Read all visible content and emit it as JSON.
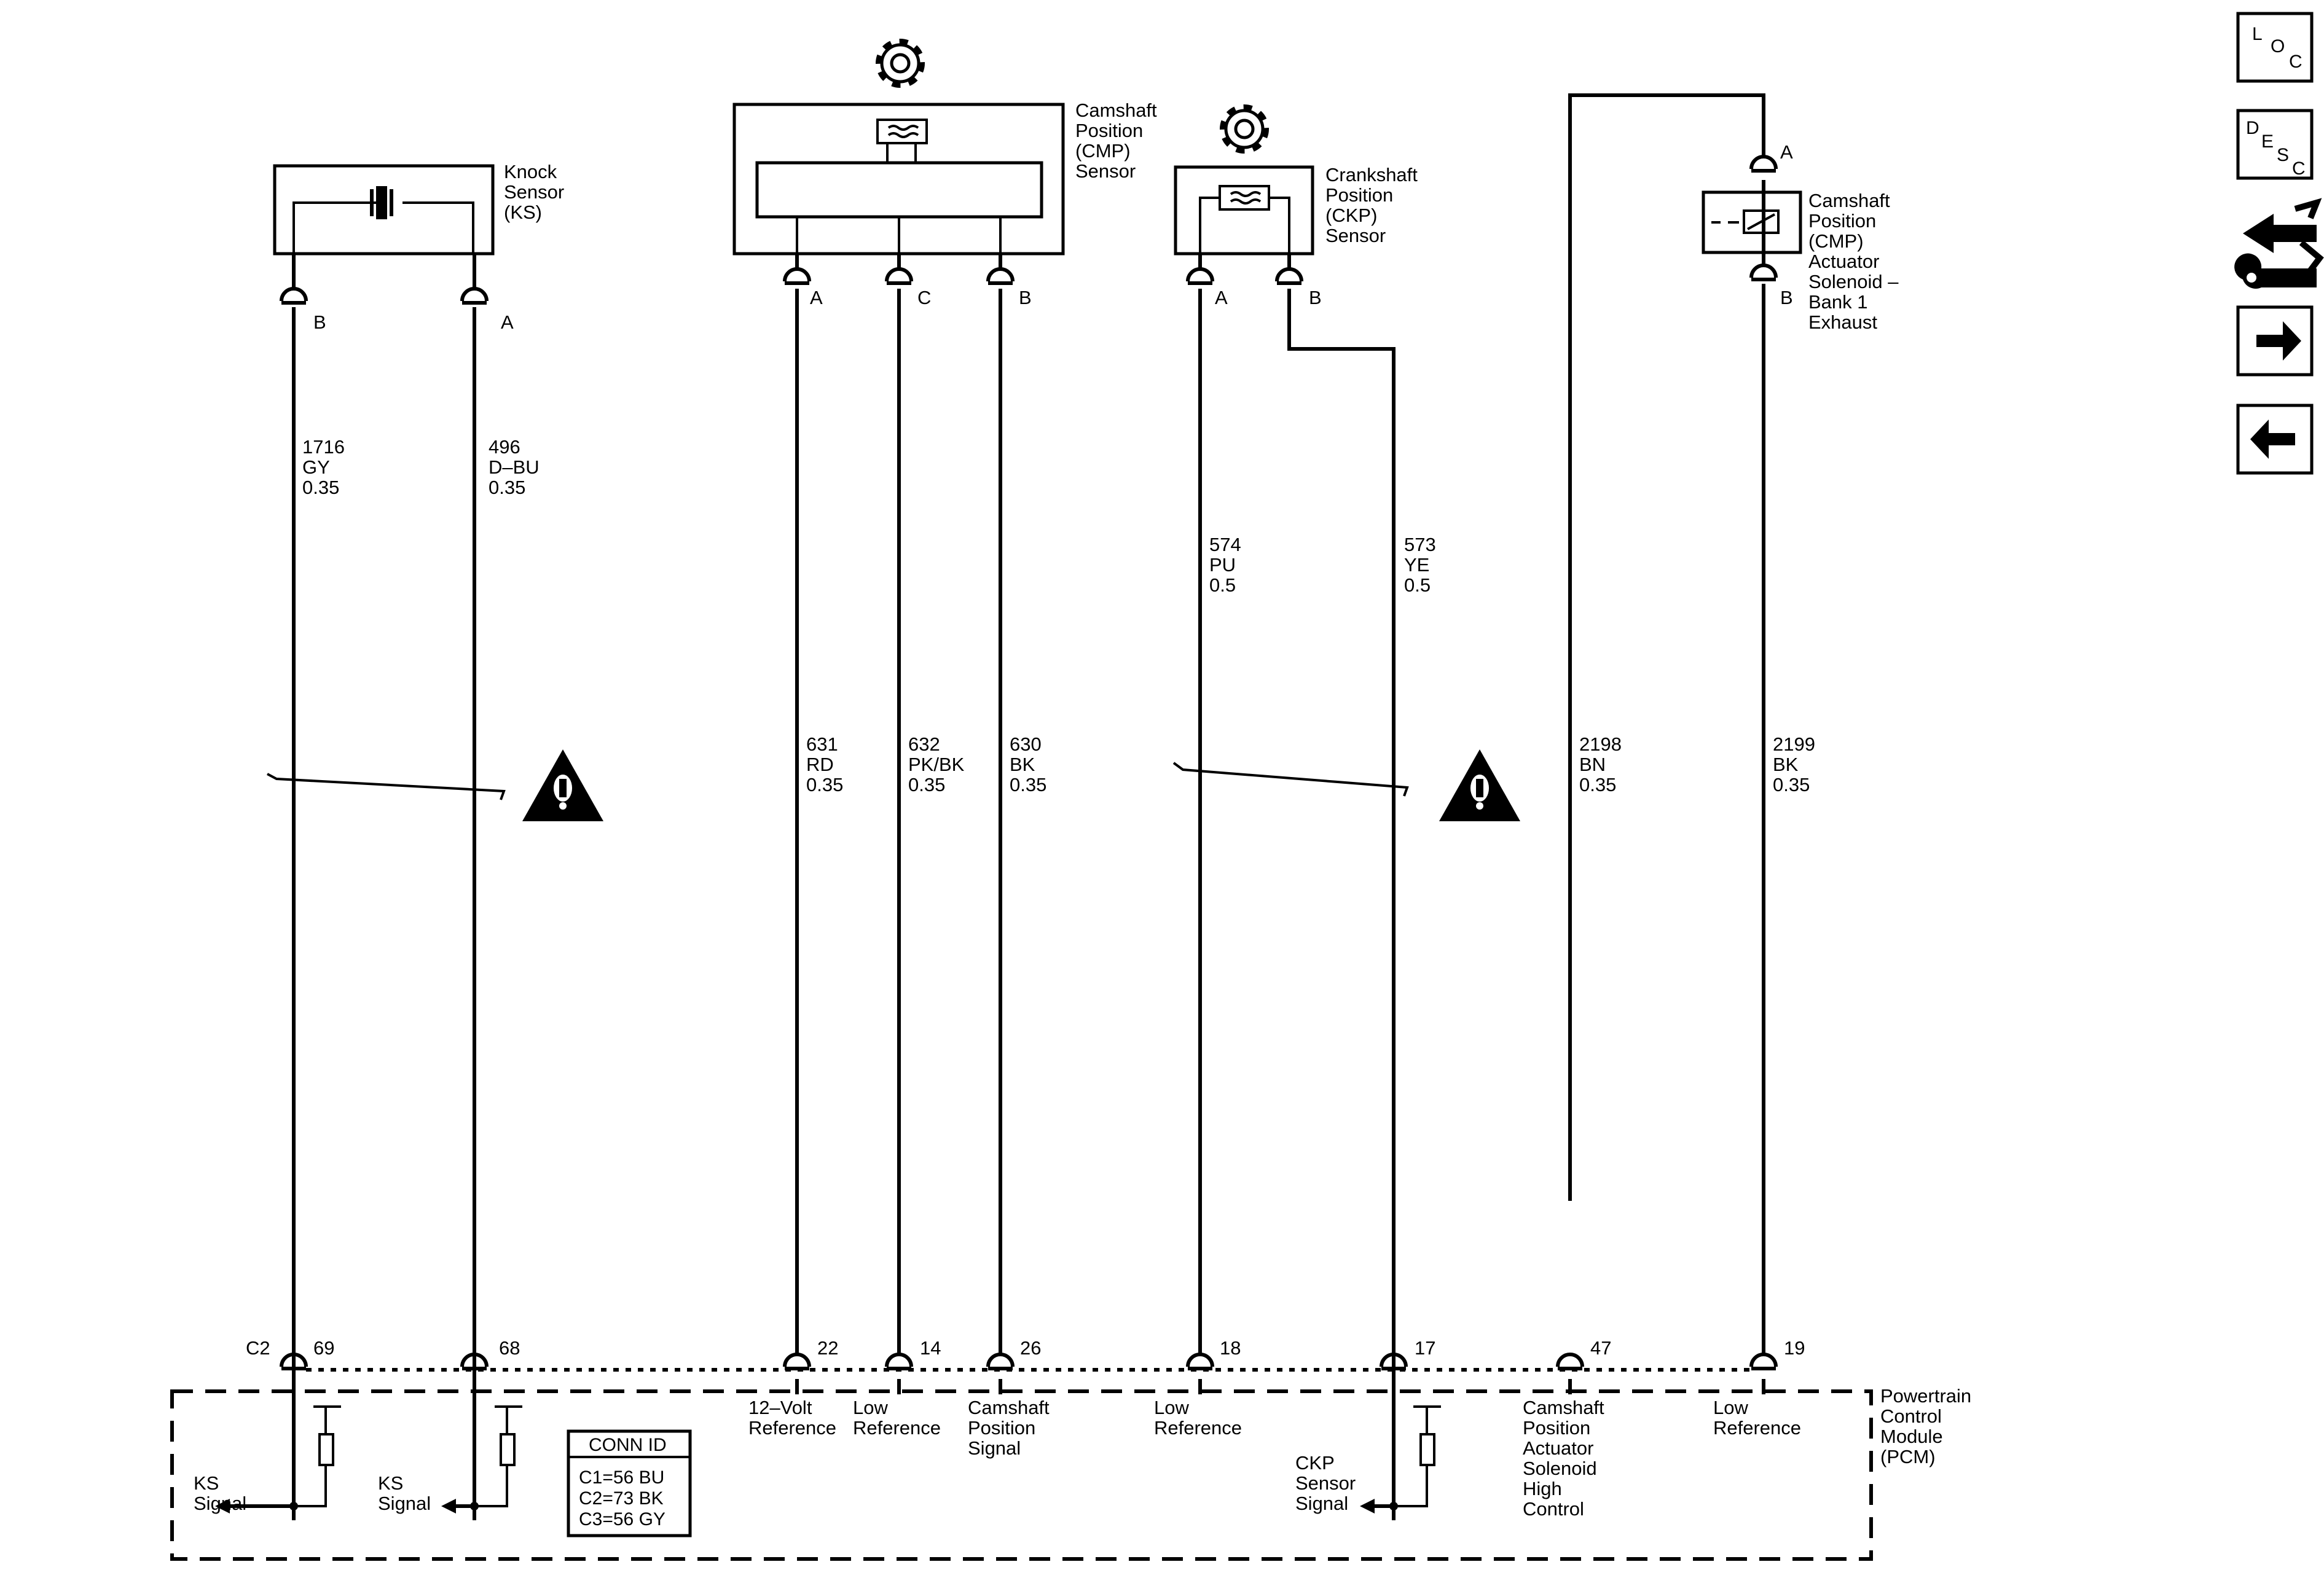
{
  "components": {
    "knock_sensor": [
      "Knock",
      "Sensor",
      "(KS)"
    ],
    "cmp_sensor": [
      "Camshaft",
      "Position",
      "(CMP)",
      "Sensor"
    ],
    "ckp_sensor": [
      "Crankshaft",
      "Position",
      "(CKP)",
      "Sensor"
    ],
    "cmp_actuator": [
      "Camshaft",
      "Position",
      "(CMP)",
      "Actuator",
      "Solenoid –",
      "Bank 1",
      "Exhaust"
    ],
    "pcm": [
      "Powertrain",
      "Control",
      "Module",
      "(PCM)"
    ]
  },
  "sensor_pins": {
    "ks_b": "B",
    "ks_a": "A",
    "cmp_a": "A",
    "cmp_c": "C",
    "cmp_b": "B",
    "ckp_a": "A",
    "ckp_b": "B",
    "act_a": "A",
    "act_b": "B"
  },
  "wires": [
    {
      "circuit": "1716",
      "color": "GY",
      "gauge": "0.35"
    },
    {
      "circuit": "496",
      "color": "D–BU",
      "gauge": "0.35"
    },
    {
      "circuit": "631",
      "color": "RD",
      "gauge": "0.35"
    },
    {
      "circuit": "632",
      "color": "PK/BK",
      "gauge": "0.35"
    },
    {
      "circuit": "630",
      "color": "BK",
      "gauge": "0.35"
    },
    {
      "circuit": "574",
      "color": "PU",
      "gauge": "0.5"
    },
    {
      "circuit": "573",
      "color": "YE",
      "gauge": "0.5"
    },
    {
      "circuit": "2198",
      "color": "BN",
      "gauge": "0.35"
    },
    {
      "circuit": "2199",
      "color": "BK",
      "gauge": "0.35"
    }
  ],
  "pcm_connector": "C2",
  "pcm_pins": [
    "69",
    "68",
    "22",
    "14",
    "26",
    "18",
    "17",
    "47",
    "19"
  ],
  "pcm_functions": {
    "ks_signal_1": [
      "KS",
      "Signal"
    ],
    "ks_signal_2": [
      "KS",
      "Signal"
    ],
    "ref_12v": [
      "12–Volt",
      "Reference"
    ],
    "low_ref_cmp": [
      "Low",
      "Reference"
    ],
    "cmp_signal": [
      "Camshaft",
      "Position",
      "Signal"
    ],
    "low_ref_ckp": [
      "Low",
      "Reference"
    ],
    "ckp_signal": [
      "CKP",
      "Sensor",
      "Signal"
    ],
    "act_high": [
      "Camshaft",
      "Position",
      "Actuator",
      "Solenoid",
      "High",
      "Control"
    ],
    "low_ref_act": [
      "Low",
      "Reference"
    ]
  },
  "conn_id": {
    "title": "CONN ID",
    "rows": [
      "C1=56 BU",
      "C2=73 BK",
      "C3=56 GY"
    ]
  },
  "nav_icons": {
    "loc": [
      "L",
      "O",
      "C"
    ],
    "desc": [
      "D",
      "E",
      "S",
      "C"
    ]
  },
  "colors": {
    "line": "#000000",
    "background": "#ffffff"
  }
}
